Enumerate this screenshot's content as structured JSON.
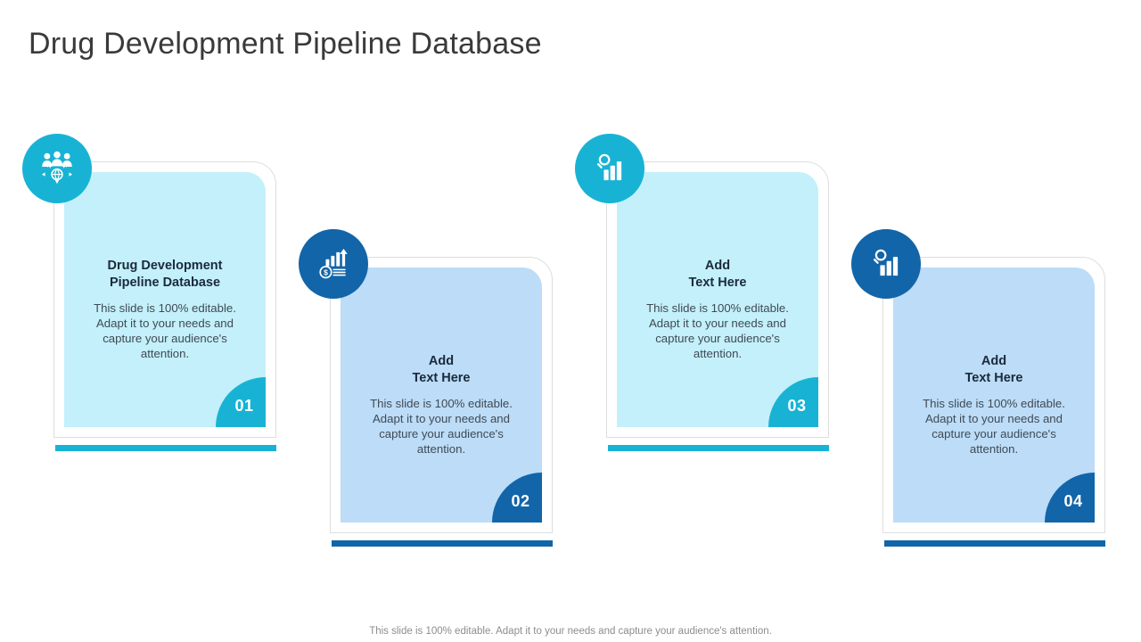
{
  "slide": {
    "title": "Drug Development Pipeline Database",
    "footer_note": "This slide is 100% editable. Adapt it to your needs and capture your audience's attention.",
    "background": "#ffffff"
  },
  "theme": {
    "cyan_accent": "#18b3d4",
    "cyan_fill": "#c3f0fa",
    "blue_accent": "#1265a8",
    "blue_fill": "#bcdcf7",
    "heading_color": "#1b2a3c",
    "body_color": "#3f4a55",
    "title_color": "#3a3a3a",
    "footer_color": "#8d8d8d",
    "shell_border": "#dedede"
  },
  "cards": [
    {
      "number": "01",
      "heading": "Drug Development\nPipeline Database",
      "body": "This slide is 100% editable. Adapt it to your needs and capture your audience's attention.",
      "icon": "people-network-icon",
      "accent": "#18b3d4",
      "fill": "#c3f0fa"
    },
    {
      "number": "02",
      "heading": "Add\nText Here",
      "body": "This slide is 100% editable. Adapt it to your needs and capture your audience's attention.",
      "icon": "growth-chart-money-icon",
      "accent": "#1265a8",
      "fill": "#bcdcf7"
    },
    {
      "number": "03",
      "heading": "Add\nText Here",
      "body": "This slide is 100% editable. Adapt it to your needs and capture your audience's attention.",
      "icon": "magnifier-bar-chart-icon",
      "accent": "#18b3d4",
      "fill": "#c3f0fa"
    },
    {
      "number": "04",
      "heading": "Add\nText Here",
      "body": "This slide is 100% editable. Adapt it to your needs and capture your audience's attention.",
      "icon": "magnifier-bar-chart-icon",
      "accent": "#1265a8",
      "fill": "#bcdcf7"
    }
  ]
}
